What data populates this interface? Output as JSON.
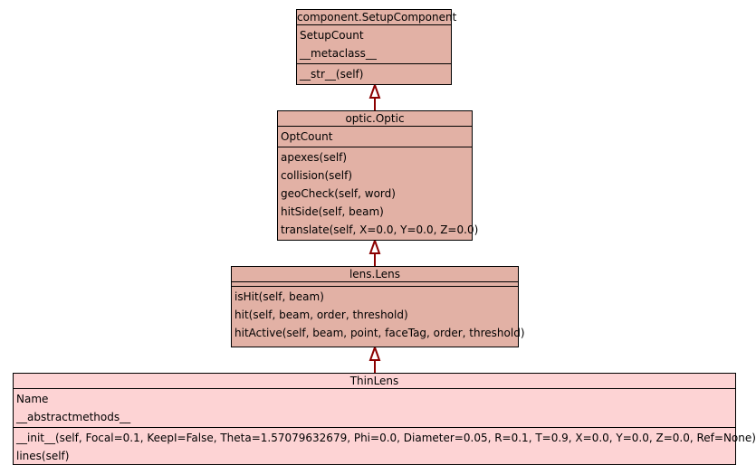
{
  "diagram": {
    "classes": [
      {
        "id": "setup",
        "name": "component.SetupComponent",
        "attributes": [
          "SetupCount",
          "__metaclass__"
        ],
        "methods": [
          "__str__(self)"
        ]
      },
      {
        "id": "optic",
        "name": "optic.Optic",
        "attributes": [
          "OptCount"
        ],
        "methods": [
          "apexes(self)",
          "collision(self)",
          "geoCheck(self, word)",
          "hitSide(self, beam)",
          "translate(self, X=0.0, Y=0.0, Z=0.0)"
        ]
      },
      {
        "id": "lens",
        "name": "lens.Lens",
        "attributes": [],
        "methods": [
          "isHit(self, beam)",
          "hit(self, beam, order, threshold)",
          "hitActive(self, beam, point, faceTag, order, threshold)"
        ]
      },
      {
        "id": "thin",
        "name": "ThinLens",
        "attributes": [
          "Name",
          "__abstractmethods__"
        ],
        "methods": [
          "__init__(self, Focal=0.1, KeepI=False, Theta=1.57079632679, Phi=0.0, Diameter=0.05, R=0.1, T=0.9, X=0.0, Y=0.0, Z=0.0, Ref=None)",
          "lines(self)"
        ]
      }
    ],
    "inheritance": [
      {
        "child": "optic",
        "parent": "setup"
      },
      {
        "child": "lens",
        "parent": "optic"
      },
      {
        "child": "thin",
        "parent": "lens"
      }
    ],
    "colors": {
      "base_class_fill": "#e2b1a5",
      "leaf_class_fill": "#fdd3d4",
      "arrow_stroke": "#8b0000",
      "border": "#000000"
    }
  }
}
